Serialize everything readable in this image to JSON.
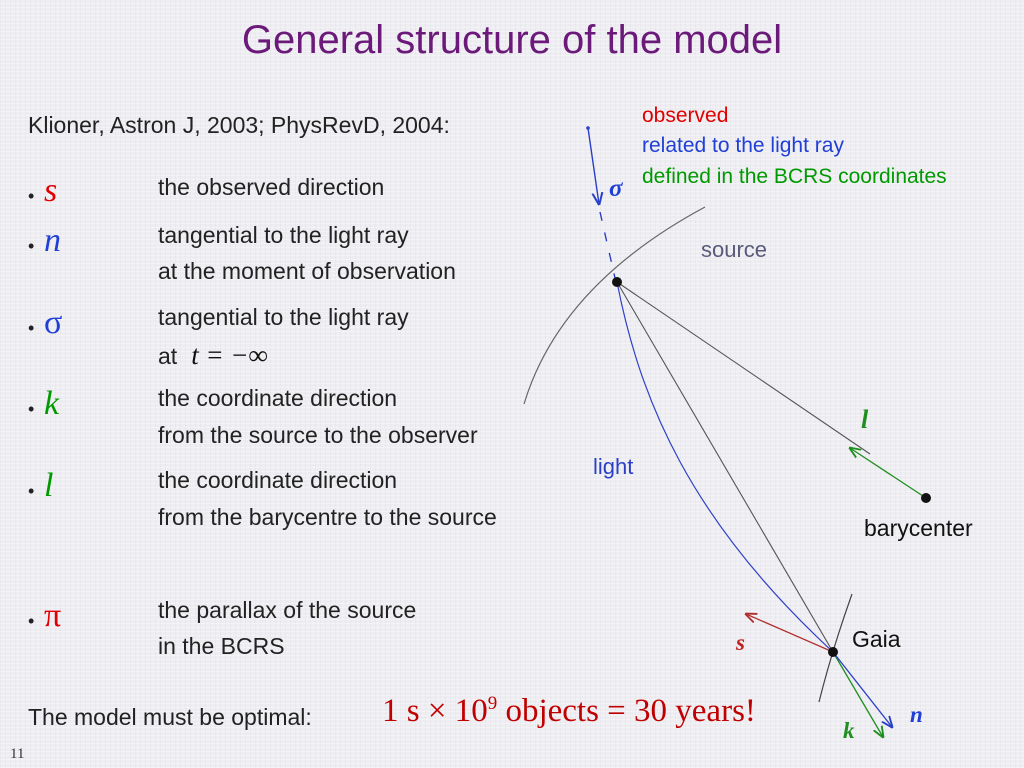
{
  "title": "General structure of the model",
  "reference": "Klioner, Astron J, 2003; PhysRevD, 2004:",
  "bullet_char": "•",
  "items": [
    {
      "symbol": "s",
      "color": "#e00000",
      "lines": [
        "the observed direction"
      ]
    },
    {
      "symbol": "n",
      "color": "#1f3fd6",
      "lines": [
        "tangential to the light ray",
        "at the moment of observation"
      ]
    },
    {
      "symbol": "σ",
      "color": "#1f3fd6",
      "lines": [
        "tangential to the light ray",
        "at"
      ],
      "math": "t = −∞"
    },
    {
      "symbol": "k",
      "color": "#009a00",
      "lines": [
        "the coordinate direction",
        "from the source to the observer"
      ]
    },
    {
      "symbol": "l",
      "color": "#009a00",
      "lines": [
        "the coordinate direction",
        "from the barycentre to the source"
      ]
    },
    {
      "symbol": "π",
      "color": "#e00000",
      "lines": [
        "the parallax of the source",
        "in the BCRS"
      ]
    }
  ],
  "legend": {
    "observed": "observed",
    "related": "related to the light ray",
    "bcrs": "defined in the BCRS coordinates"
  },
  "diagram": {
    "sigma": "σ",
    "source": "source",
    "light": "light",
    "l": "l",
    "barycenter": "barycenter",
    "s": "s",
    "gaia": "Gaia",
    "k": "k",
    "n": "n"
  },
  "footer": {
    "text": "The model must be optimal:",
    "eq_main": "1 s × 10",
    "eq_exp": "9",
    "eq_rest": " objects = 30 years!"
  },
  "slide_number": "11",
  "colors": {
    "title": "#6b1a7a",
    "red": "#e00000",
    "blue": "#1f3fd6",
    "green": "#009a00",
    "gray": "#555555"
  }
}
